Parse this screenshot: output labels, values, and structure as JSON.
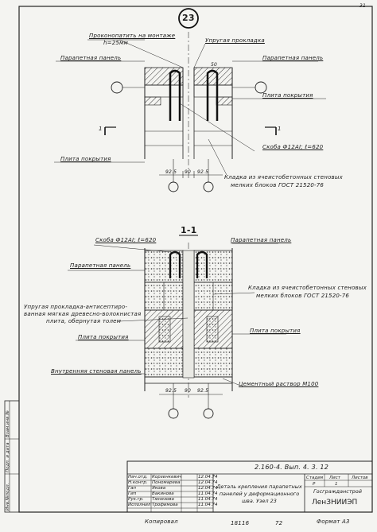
{
  "sheet": {
    "node_number": "23",
    "corner_page": "31",
    "section_marker": "1-1",
    "cut_marker_left": "1",
    "cut_marker_right": "1"
  },
  "top_view": {
    "caulk_note": "Проконопатить на монтаже",
    "caulk_h": "h=25мм",
    "elastic_gasket": "Упругая прокладка",
    "parapet_panel_left": "Парапетная панель",
    "parapet_panel_right": "Парапетная панель",
    "roof_slab_right": "Плита покрытия",
    "roof_slab_left": "Плита покрытия",
    "bracket": "Скоба Ф12АI; ℓ=620",
    "masonry_line1": "Кладка из ячеистобетонных стеновых",
    "masonry_line2": "мелких блоков ГОСТ 21520-76",
    "dim_top": "50",
    "dim_a": "92.5",
    "dim_b": "90",
    "dim_c": "92.5"
  },
  "section_view": {
    "bracket": "Скоба Ф12АI; ℓ=620",
    "parapet_panel_right": "Парапетная панель",
    "parapet_panel_left": "Парапетная панель",
    "masonry_line1": "Кладка из ячеистобетонных стеновых",
    "masonry_line2": "мелких блоков ГОСТ 21520-76",
    "gasket_line1": "Упругая прокладка-антисептиро-",
    "gasket_line2": "ванная мягкая древесно-волокнистая",
    "gasket_line3": "плита, обернутая толем",
    "roof_slab_right": "Плита покрытия",
    "roof_slab_left": "Плита покрытия",
    "inner_panel": "Внутренняя стеновая панель",
    "mortar": "Цементный раствор М100",
    "dim_a": "92.5",
    "dim_b": "90",
    "dim_c": "92.5"
  },
  "title_block": {
    "doc_code": "2.160-4. Вып. 4. 3. 12",
    "title_line1": "Деталь крепления парапетных",
    "title_line2": "панелей у деформационного",
    "title_line3": "шва. Узел 23",
    "h_stage": "Стадия",
    "h_sheet": "Лист",
    "h_sheets": "Листов",
    "stage": "Р",
    "sheet_no": "1",
    "org_line1": "Госгражданстрой",
    "org_line2": "ЛенЗНИИЭП",
    "signers": [
      {
        "role": "Нач.отд.",
        "name": "Корзенкевич",
        "date": "12.04.74"
      },
      {
        "role": "Н.контр.",
        "name": "Пономарева",
        "date": "12.04.74"
      },
      {
        "role": "Гап",
        "name": "Якова",
        "date": "12.04.74"
      },
      {
        "role": "Гип",
        "name": "Вакинова",
        "date": "11.04.74"
      },
      {
        "role": "Рук.гр.",
        "name": "Тюнезова",
        "date": "11.04.74"
      },
      {
        "role": "Исполнил",
        "name": "Трофимова",
        "date": "11.04.74"
      }
    ]
  },
  "side_strip": {
    "inv": "Инв.№подл.",
    "sign": "Подп. и дата",
    "replace": "Взам.инв.№"
  },
  "footer": {
    "copied": "Копировал",
    "number": "18116",
    "page": "72",
    "format": "Формат А3"
  }
}
